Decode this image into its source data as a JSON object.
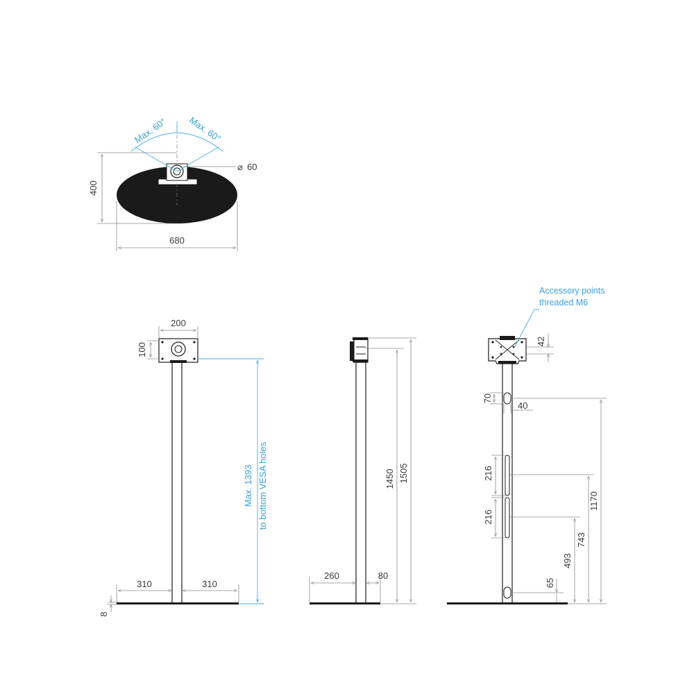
{
  "top_view": {
    "angle_left": "Max. 60°",
    "angle_right": "Max. 60°",
    "pole_diameter": "60",
    "depth": "400",
    "width": "680"
  },
  "front_view": {
    "plate_width": "200",
    "plate_height": "100",
    "max_height_line1": "Max. 1393",
    "max_height_line2": "to bottom VESA holes",
    "base_left": "310",
    "base_right": "310",
    "base_thickness": "8"
  },
  "side_view": {
    "height_plate": "1450",
    "height_total": "1505",
    "base_depth_front": "260",
    "base_depth_back": "80"
  },
  "back_view": {
    "callout_line1": "Accessory points",
    "callout_line2": "threaded M6",
    "accessory_spacing": "42",
    "slot_height_top": "70",
    "slot_width": "40",
    "slot_216_upper": "216",
    "slot_216_lower": "216",
    "h_1170": "1170",
    "h_743": "743",
    "h_493": "493",
    "h_65": "65"
  }
}
